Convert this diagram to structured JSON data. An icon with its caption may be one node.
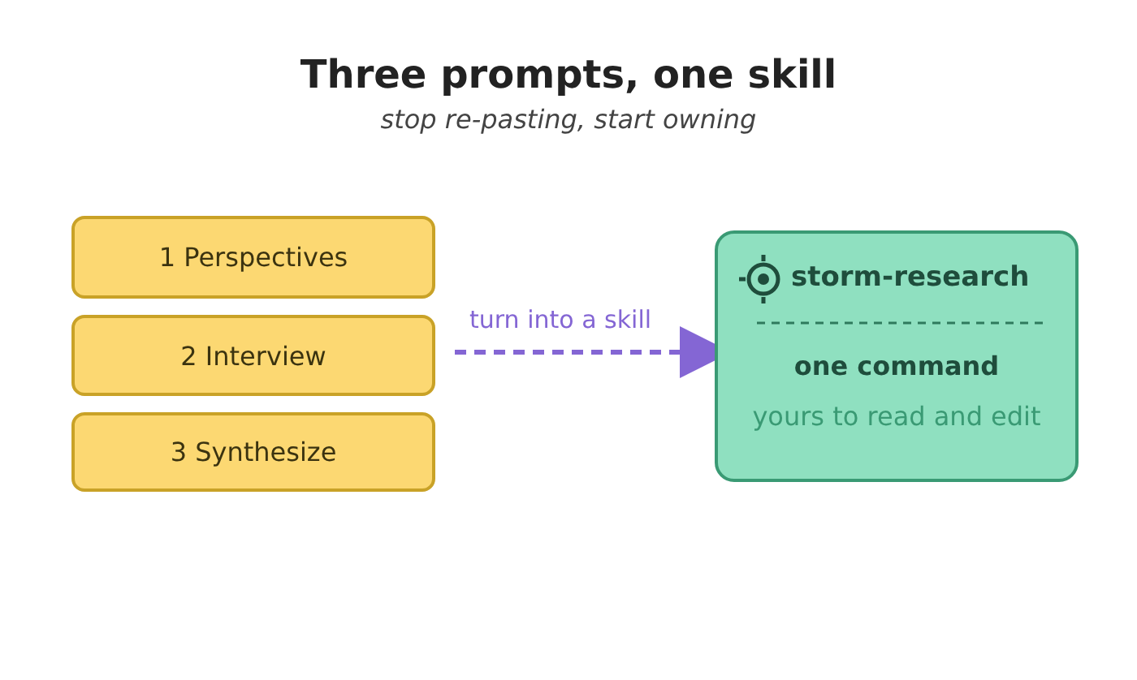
{
  "diagram": {
    "title": "Three prompts, one skill",
    "caption": "stop re-pasting, start owning",
    "nodes": [
      {
        "text": [
          "1 Perspectives"
        ]
      },
      {
        "text": [
          "2 Interview"
        ]
      },
      {
        "text": [
          "3 Synthesize"
        ]
      },
      {
        "text": [
          "storm-research",
          "one command",
          "yours to read and edit"
        ]
      }
    ],
    "edges": [
      {
        "from": 1,
        "to": 3,
        "arrow": "to",
        "label": "turn into a skill",
        "style": "dashed",
        "color": "#8466d4"
      }
    ]
  }
}
